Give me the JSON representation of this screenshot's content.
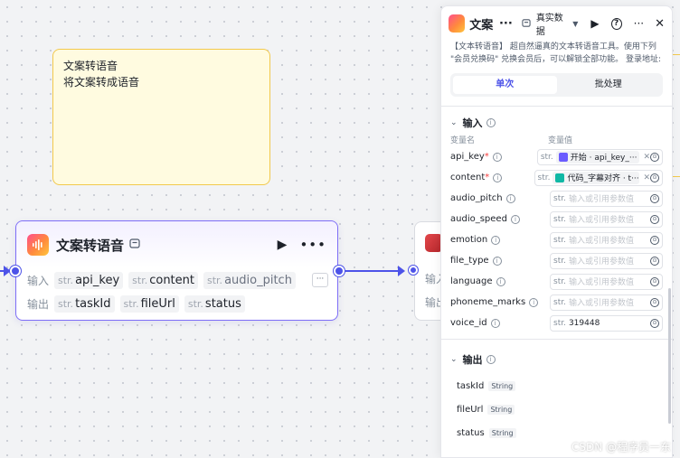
{
  "note": {
    "line1": "文案转语音",
    "line2": "将文案转成语音"
  },
  "node": {
    "title": "文案转语音",
    "input_label": "输入",
    "output_label": "输出",
    "inputs": [
      {
        "type": "str.",
        "name": "api_key"
      },
      {
        "type": "str.",
        "name": "content"
      },
      {
        "type": "str.",
        "name": "audio_pitch"
      }
    ],
    "outputs": [
      {
        "type": "str.",
        "name": "taskId"
      },
      {
        "type": "str.",
        "name": "fileUrl"
      },
      {
        "type": "str.",
        "name": "status"
      }
    ]
  },
  "node2": {
    "input_label": "输入",
    "output_label": "输出"
  },
  "panel": {
    "title": "文案",
    "title_ellipsis": "···",
    "mode": "真实数据",
    "description": "【文本转语音】 超自然逼真的文本转语音工具。使用下列 \"会员兑换码\" 兑换会员后，可以解锁全部功能。 登录地址: htt···",
    "tabs": {
      "single": "单次",
      "batch": "批处理"
    },
    "input_section": "输入",
    "col_name": "变量名",
    "col_value": "变量值",
    "params": [
      {
        "name": "api_key",
        "required": true,
        "kind": "ref",
        "ref_text": "开始 · api_key_···",
        "icon_color": "#6b5cff"
      },
      {
        "name": "content",
        "required": true,
        "kind": "ref",
        "ref_text": "代码_字幕对齐 · t···",
        "icon_color": "#10b8a5"
      },
      {
        "name": "audio_pitch",
        "required": false,
        "kind": "empty",
        "placeholder": "输入或引用参数值"
      },
      {
        "name": "audio_speed",
        "required": false,
        "kind": "empty",
        "placeholder": "输入或引用参数值"
      },
      {
        "name": "emotion",
        "required": false,
        "kind": "empty",
        "placeholder": "输入或引用参数值"
      },
      {
        "name": "file_type",
        "required": false,
        "kind": "empty",
        "placeholder": "输入或引用参数值"
      },
      {
        "name": "language",
        "required": false,
        "kind": "empty",
        "placeholder": "输入或引用参数值"
      },
      {
        "name": "phoneme_marks",
        "required": false,
        "kind": "empty",
        "placeholder": "输入或引用参数值"
      },
      {
        "name": "voice_id",
        "required": false,
        "kind": "value",
        "value": "319448"
      }
    ],
    "type_prefix": "str.",
    "output_section": "输出",
    "outputs": [
      {
        "name": "taskId",
        "type": "String"
      },
      {
        "name": "fileUrl",
        "type": "String"
      },
      {
        "name": "status",
        "type": "String"
      }
    ]
  },
  "watermark": "CSDN @程序员一东"
}
